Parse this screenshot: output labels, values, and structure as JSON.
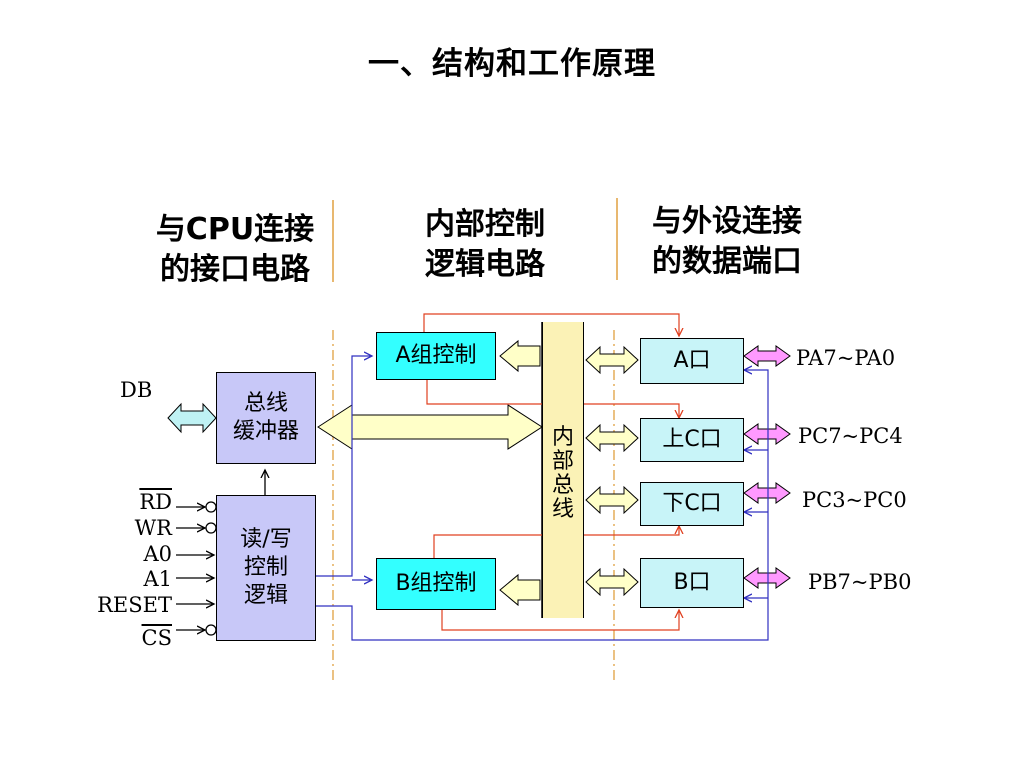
{
  "title": "一、结构和工作原理",
  "sections": {
    "cpu": [
      "与CPU连接",
      "的接口电路"
    ],
    "control": [
      "内部控制",
      "逻辑电路"
    ],
    "device": [
      "与外设连接",
      "的数据端口"
    ]
  },
  "blocks": {
    "bus_buffer": [
      "总线",
      "缓冲器"
    ],
    "rw_logic": [
      "读/写",
      "控制",
      "逻辑"
    ],
    "group_a": "A组控制",
    "group_b": "B组控制",
    "internal_bus": [
      "内",
      "部",
      "总",
      "线"
    ],
    "port_a": "A口",
    "port_c_upper": "上C口",
    "port_c_lower": "下C口",
    "port_b": "B口"
  },
  "signals": {
    "db": "DB",
    "rd": "RD",
    "wr": "WR",
    "a0": "A0",
    "a1": "A1",
    "reset": "RESET",
    "cs": "CS"
  },
  "ports": {
    "pa": "PA7~PA0",
    "pc_upper": "PC7~PC4",
    "pc_lower": "PC3~PC0",
    "pb": "PB7~PB0"
  },
  "colors": {
    "buffer_fill": "#c8c8f8",
    "group_fill": "#33ffff",
    "port_fill": "#c8f4f8",
    "bus_fill": "#fbf2b6",
    "db_arrow": "#bff2f4",
    "bus_arrow": "#ffffc8",
    "port_arrow": "#ff99ff",
    "red_wire": "#e04020",
    "blue_wire": "#3030c0",
    "divider": "#e0a040"
  }
}
